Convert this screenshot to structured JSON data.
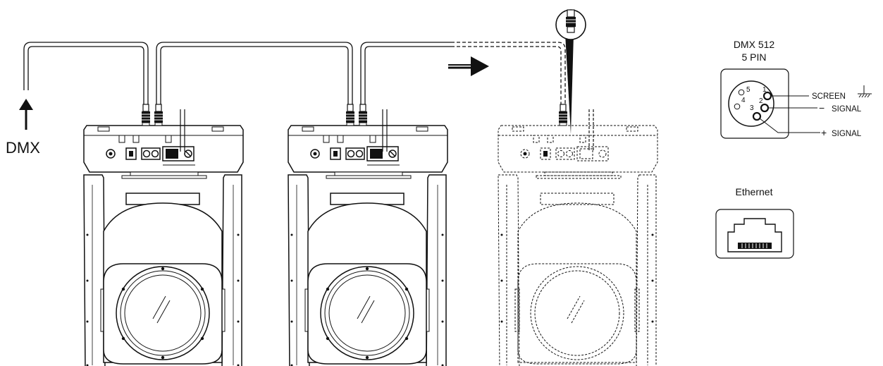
{
  "input_label": "DMX",
  "dmx_connector": {
    "title_line1": "DMX 512",
    "title_line2": "5 PIN",
    "pin_numbers": [
      "1",
      "2",
      "3",
      "4",
      "5"
    ],
    "screen_label": "SCREEN",
    "minus_sign": "−",
    "minus_label": "SIGNAL",
    "plus_sign": "+",
    "plus_label": "SIGNAL"
  },
  "ethernet": {
    "title": "Ethernet"
  },
  "colors": {
    "line": "#111111",
    "background": "#ffffff"
  },
  "icons": [
    "up-arrow-icon",
    "right-arrow-icon",
    "ground-icon",
    "terminator-plug-icon",
    "rj45-icon"
  ]
}
